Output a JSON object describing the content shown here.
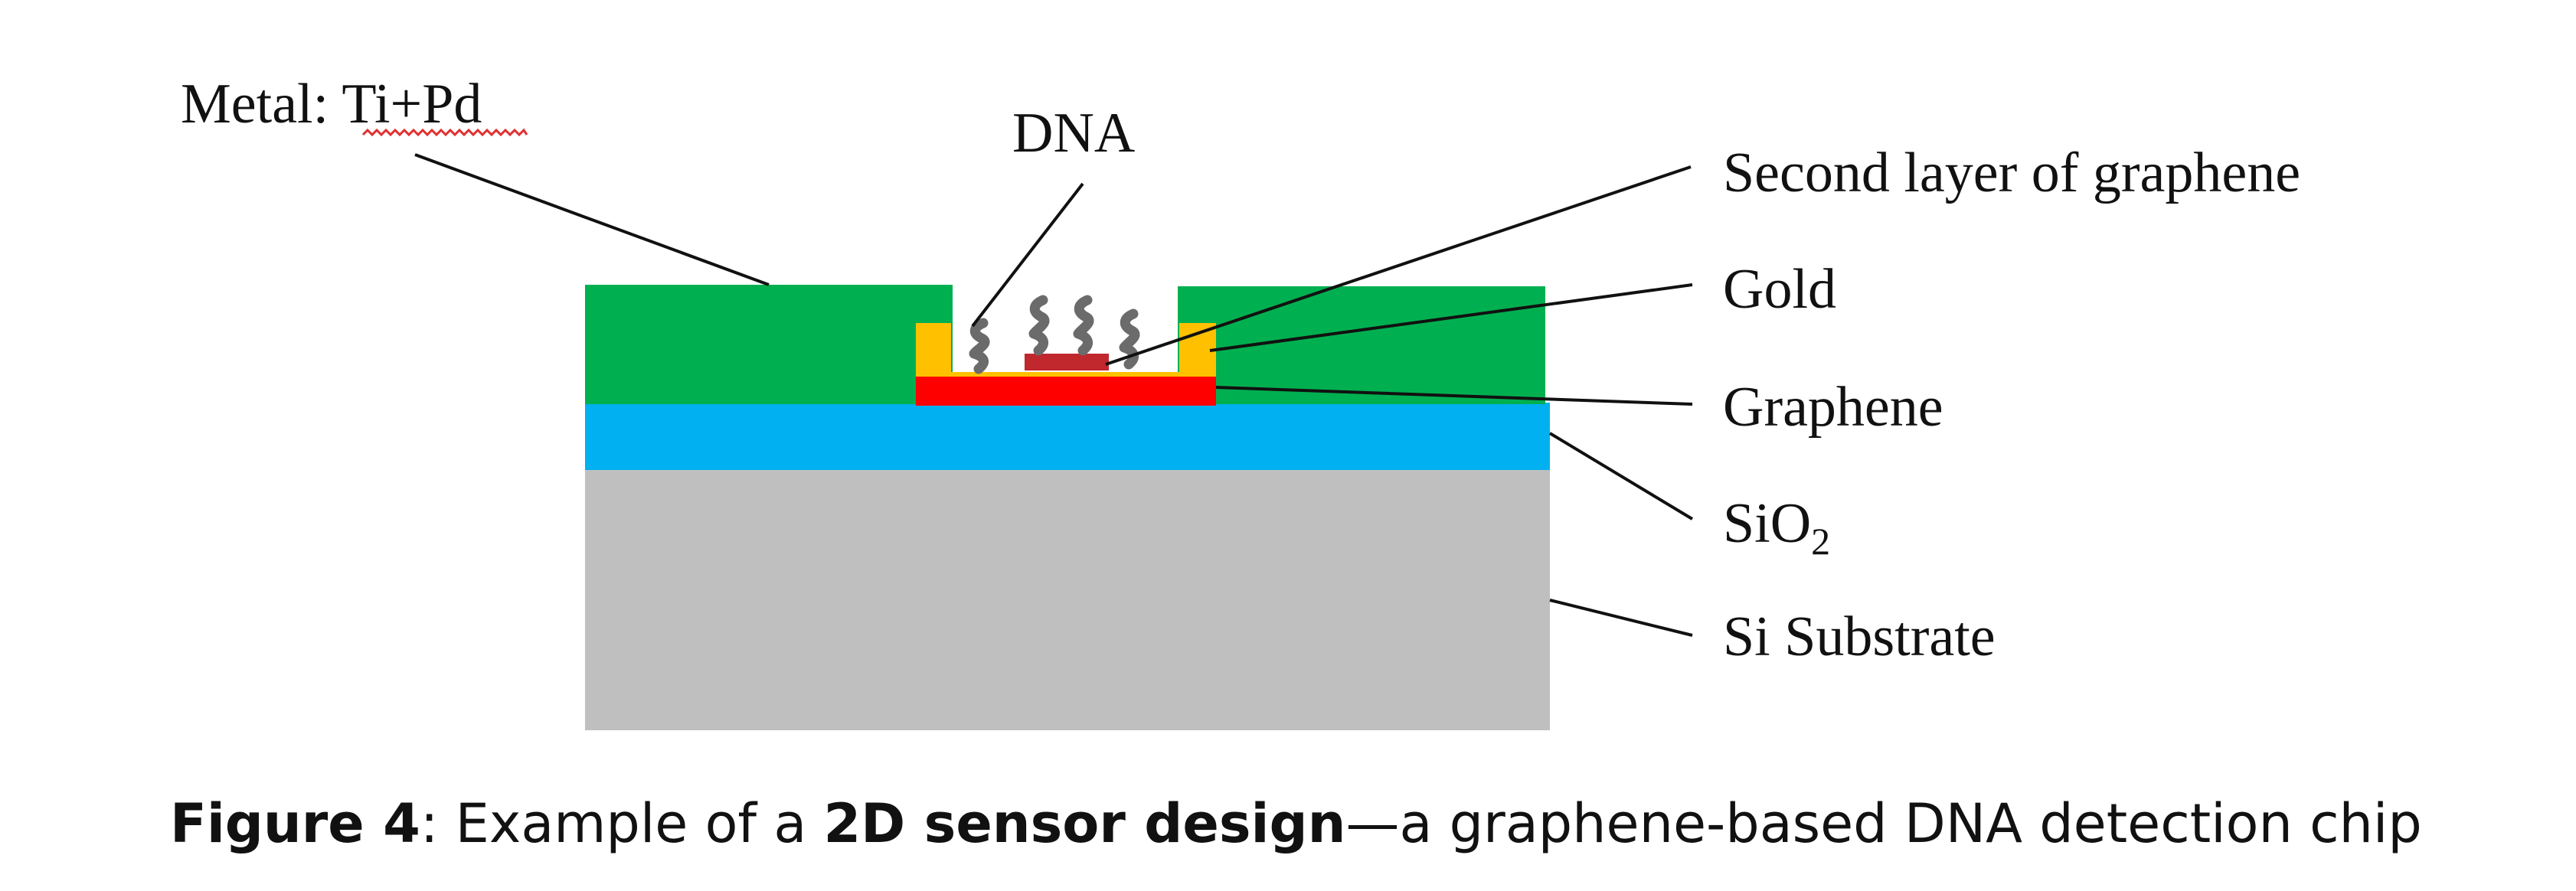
{
  "labels": {
    "metal_prefix": "Metal: ",
    "metal_underlined": "Ti+Pd",
    "dna": "DNA",
    "second_graphene": "Second layer of graphene",
    "gold": "Gold",
    "graphene": "Graphene",
    "sio2_base": "SiO",
    "sio2_sub": "2",
    "si_substrate": "Si Substrate"
  },
  "caption": {
    "figure_label": "Figure 4",
    "colon_text": ": Example of a ",
    "bold_phrase": "2D sensor design",
    "rest": "—a graphene-based DNA detection chip"
  },
  "colors": {
    "si_substrate": "#bfbfbf",
    "sio2": "#00b0f0",
    "metal": "#00b050",
    "gold": "#ffc000",
    "graphene": "#ff0000",
    "second_graphene": "#c0282d",
    "dna": "#6b6b6b",
    "spellcheck_underline": "#e03030"
  }
}
